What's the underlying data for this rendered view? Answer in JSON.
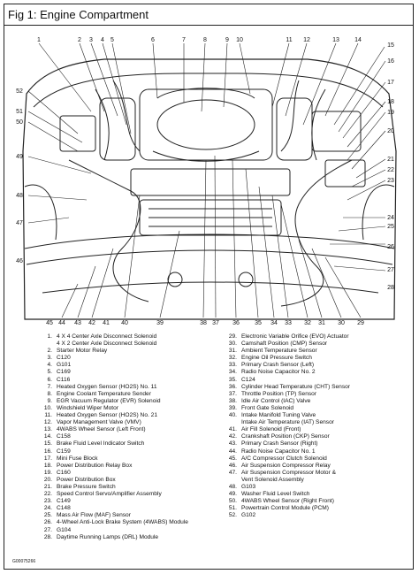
{
  "title": "Fig 1: Engine Compartment",
  "figure_code": "G00075266",
  "callouts": [
    "1",
    "2",
    "3",
    "4",
    "5",
    "6",
    "7",
    "8",
    "9",
    "10",
    "11",
    "12",
    "13",
    "14",
    "15",
    "16",
    "17",
    "18",
    "19",
    "20",
    "21",
    "22",
    "23",
    "24",
    "25",
    "26",
    "27",
    "28",
    "29",
    "30",
    "31",
    "32",
    "33",
    "34",
    "35",
    "36",
    "37",
    "38",
    "39",
    "40",
    "41",
    "42",
    "43",
    "44",
    "45",
    "46",
    "47",
    "48",
    "49",
    "50",
    "51",
    "52"
  ],
  "legend": [
    {
      "n": "1.",
      "text": "4 X 4 Center Axle Disconnect Solenoid"
    },
    {
      "n": "",
      "text": "4 X 2 Center Axle Disconnect Solenoid"
    },
    {
      "n": "2.",
      "text": "Starter Motor Relay"
    },
    {
      "n": "3.",
      "text": "C120"
    },
    {
      "n": "4.",
      "text": "G101"
    },
    {
      "n": "5.",
      "text": "C169"
    },
    {
      "n": "6.",
      "text": "C116"
    },
    {
      "n": "7.",
      "text": "Heated Oxygen Sensor (HO2S) No. 11"
    },
    {
      "n": "8.",
      "text": "Engine Coolant Temperature Sender"
    },
    {
      "n": "9.",
      "text": "EGR Vacuum Regulator (EVR) Solenoid"
    },
    {
      "n": "10.",
      "text": "Windshield Wiper Motor"
    },
    {
      "n": "11.",
      "text": "Heated Oxygen Sensor (HO2S) No. 21"
    },
    {
      "n": "12.",
      "text": "Vapor Management Valve (VMV)"
    },
    {
      "n": "13.",
      "text": "4WABS Wheel Sensor (Left Front)"
    },
    {
      "n": "14.",
      "text": "C158"
    },
    {
      "n": "15.",
      "text": "Brake Fluid Level Indicator Switch"
    },
    {
      "n": "16.",
      "text": "C159"
    },
    {
      "n": "17.",
      "text": "Mini Fuse Block"
    },
    {
      "n": "18.",
      "text": "Power Distribution Relay Box"
    },
    {
      "n": "19.",
      "text": "C160"
    },
    {
      "n": "20.",
      "text": "Power Distribution Box"
    },
    {
      "n": "21.",
      "text": "Brake Pressure Switch"
    },
    {
      "n": "22.",
      "text": "Speed Control Servo/Amplifier Assembly"
    },
    {
      "n": "23.",
      "text": "C149"
    },
    {
      "n": "24.",
      "text": "C148"
    },
    {
      "n": "25.",
      "text": "Mass Air Flow (MAF) Sensor"
    },
    {
      "n": "26.",
      "text": "4-Wheel Anti-Lock Brake System (4WABS) Module"
    },
    {
      "n": "27.",
      "text": "G104"
    },
    {
      "n": "28.",
      "text": "Daytime Running Lamps (DRL) Module"
    },
    {
      "n": "29.",
      "text": "Electronic Variable Orifice (EVO) Actuator"
    },
    {
      "n": "30.",
      "text": "Camshaft Position (CMP) Sensor"
    },
    {
      "n": "31.",
      "text": "Ambient Temperature Sensor"
    },
    {
      "n": "32.",
      "text": "Engine Oil Pressure Switch"
    },
    {
      "n": "33.",
      "text": "Primary Crash Sensor (Left)"
    },
    {
      "n": "34.",
      "text": "Radio Noise Capacitor No. 2"
    },
    {
      "n": "35.",
      "text": "C124"
    },
    {
      "n": "36.",
      "text": "Cylinder Head Temperature (CHT) Sensor"
    },
    {
      "n": "37.",
      "text": "Throttle Position (TP) Sensor"
    },
    {
      "n": "38.",
      "text": "Idle Air Control (IAC) Valve"
    },
    {
      "n": "39.",
      "text": "Front Gate Solenoid"
    },
    {
      "n": "40.",
      "text": "Intake Manifold Tuning Valve"
    },
    {
      "n": "",
      "text": "Intake Air Temperature (IAT) Sensor"
    },
    {
      "n": "41.",
      "text": "Air Fill Solenoid (Front)"
    },
    {
      "n": "42.",
      "text": "Crankshaft Position (CKP) Sensor"
    },
    {
      "n": "43.",
      "text": "Primary Crash Sensor (Right)"
    },
    {
      "n": "44.",
      "text": "Radio Noise Capacitor No. 1"
    },
    {
      "n": "45.",
      "text": "A/C Compressor Clutch Solenoid"
    },
    {
      "n": "46.",
      "text": "Air Suspension Compressor Relay"
    },
    {
      "n": "47.",
      "text": "Air Suspension Compressor Motor &"
    },
    {
      "n": "",
      "text": "Vent Solenoid Assembly"
    },
    {
      "n": "48.",
      "text": "G103"
    },
    {
      "n": "49.",
      "text": "Washer Fluid Level Switch"
    },
    {
      "n": "50.",
      "text": "4WABS Wheel Sensor (Right Front)"
    },
    {
      "n": "51.",
      "text": "Powertrain Control Module (PCM)"
    },
    {
      "n": "52.",
      "text": "G102"
    }
  ]
}
